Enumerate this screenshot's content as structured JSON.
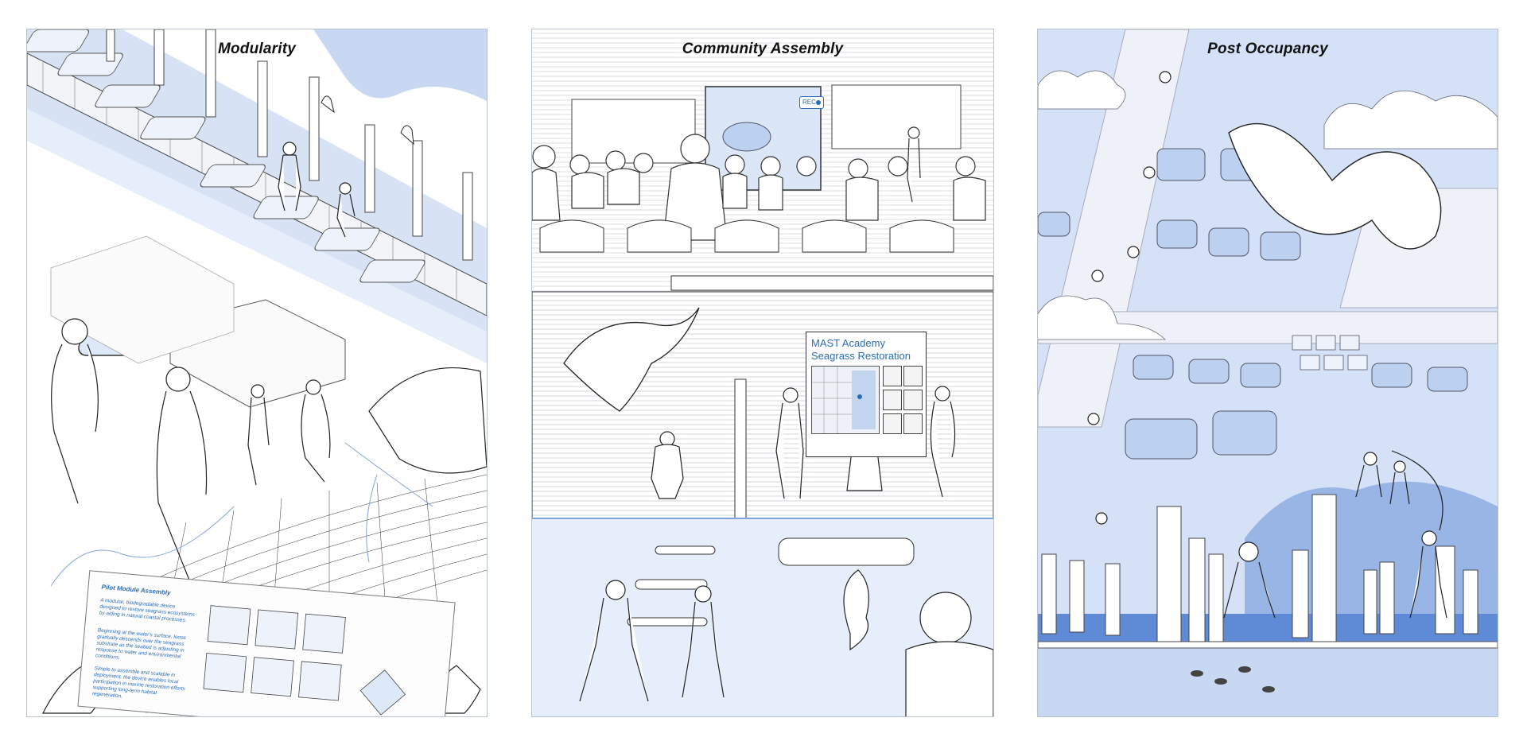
{
  "panels": [
    {
      "title": "Modularity"
    },
    {
      "title": "Community Assembly",
      "sign": {
        "line1": "MAST Academy",
        "line2": "Seagrass Restoration"
      },
      "screen_badge": "REC"
    },
    {
      "title": "Post Occupancy"
    }
  ],
  "pamphlet": {
    "heading": "Pilot Module Assembly",
    "p1": "A modular, biodegradable device designed to restore seagrass ecosystems by aiding in natural coastal processes.",
    "p2": "Beginning at the water's surface, loose gradually descends over the seagrass substrate as the seabed is adjusting in response to water and environmental conditions.",
    "p3": "Simple to assemble and scalable in deployment, the device enables local participation in marine restoration efforts supporting long-term habitat regeneration."
  },
  "colors": {
    "accent_blue": "#2b6cb8",
    "sky_blue": "#c9d8f2",
    "water_blue": "#e6eefb",
    "deep_blue": "#7fa3e0"
  }
}
